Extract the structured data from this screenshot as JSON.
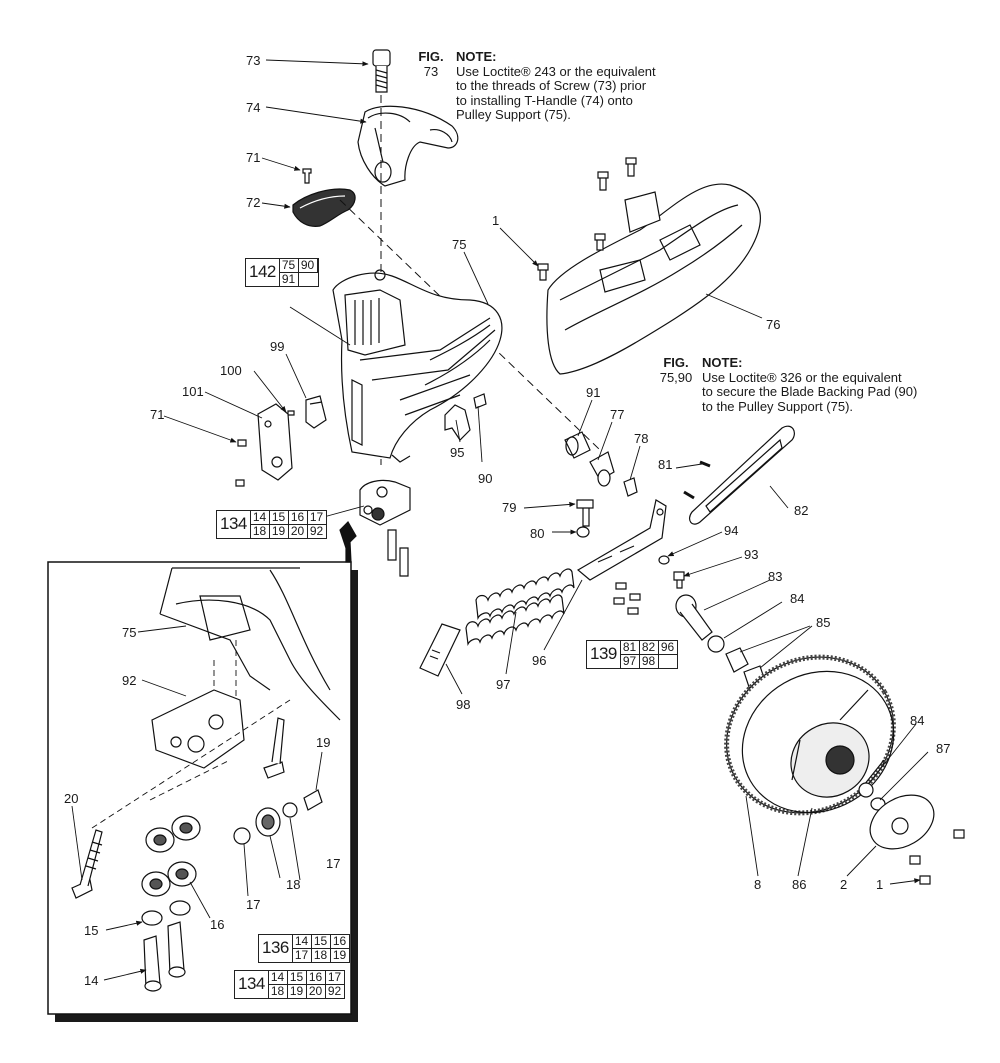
{
  "notes": [
    {
      "fig_label": "FIG.",
      "fig_number": "73",
      "title": "NOTE:",
      "lines": [
        "Use Loctite® 243 or the equivalent",
        "to the threads of Screw (73) prior",
        "to installing T-Handle (74) onto",
        "Pulley Support (75)."
      ]
    },
    {
      "fig_label": "FIG.",
      "fig_number": "75,90",
      "title": "NOTE:",
      "lines": [
        "Use Loctite® 326 or the equivalent",
        "to secure the Blade Backing Pad (90)",
        "to the Pulley Support (75)."
      ]
    }
  ],
  "callouts": {
    "c73": "73",
    "c74": "74",
    "c71a": "71",
    "c72": "72",
    "c75": "75",
    "c1a": "1",
    "c76": "76",
    "c99": "99",
    "c100": "100",
    "c101": "101",
    "c71b": "71",
    "c95": "95",
    "c90": "90",
    "c91": "91",
    "c77": "77",
    "c78": "78",
    "c81": "81",
    "c82": "82",
    "c79": "79",
    "c80": "80",
    "c94": "94",
    "c93": "93",
    "c83": "83",
    "c84a": "84",
    "c85": "85",
    "c96": "96",
    "c97": "97",
    "c98": "98",
    "c84b": "84",
    "c87": "87",
    "c8": "8",
    "c86": "86",
    "c2": "2",
    "c1b": "1",
    "i75": "75",
    "i92": "92",
    "i19": "19",
    "i20": "20",
    "i17a": "17",
    "i17b": "17",
    "i18": "18",
    "i16": "16",
    "i15": "15",
    "i14": "14"
  },
  "kits": [
    {
      "number": "142",
      "parts": [
        "75",
        "90",
        "91",
        ""
      ]
    },
    {
      "number": "134",
      "parts": [
        "14",
        "15",
        "16",
        "17",
        "18",
        "19",
        "20",
        "92"
      ]
    },
    {
      "number": "139",
      "parts": [
        "81",
        "82",
        "96",
        "97",
        "98",
        ""
      ]
    },
    {
      "number": "136",
      "parts": [
        "14",
        "15",
        "16",
        "17",
        "18",
        "19"
      ]
    },
    {
      "number": "134",
      "parts": [
        "14",
        "15",
        "16",
        "17",
        "18",
        "19",
        "20",
        "92"
      ]
    }
  ]
}
